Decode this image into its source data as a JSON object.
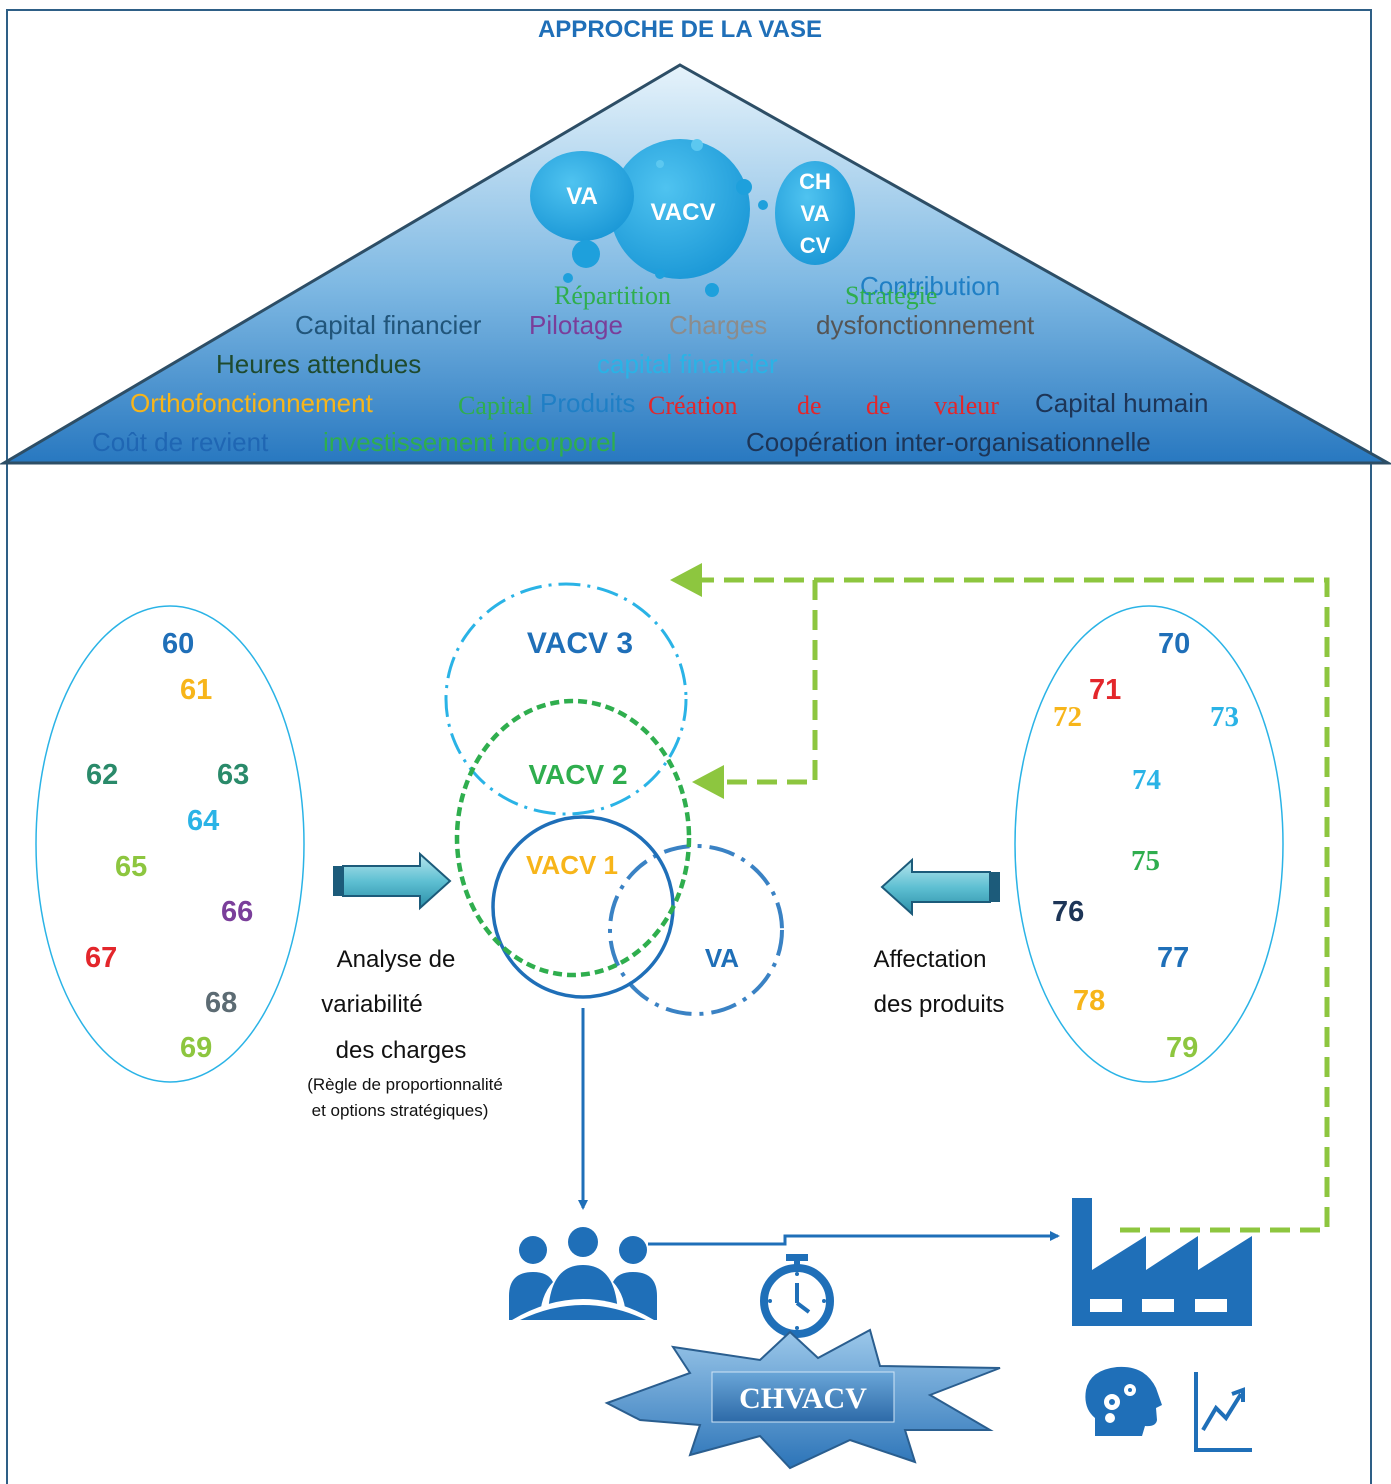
{
  "title": "APPROCHE DE LA VASE",
  "bubbles": {
    "va": "VA",
    "vacv": "VACV",
    "ch_lines": [
      "CH",
      "VA",
      "CV"
    ]
  },
  "word_cloud": [
    {
      "text": "Contribution",
      "color": "#1f7fc5"
    },
    {
      "text": "Répartition",
      "color": "#2fae4e"
    },
    {
      "text": "Stratégie",
      "color": "#2fae4e"
    },
    {
      "text": "Capital financier",
      "color": "#21557a"
    },
    {
      "text": "Pilotage",
      "color": "#7a3e9a"
    },
    {
      "text": "Charges",
      "color": "#8c8c8c"
    },
    {
      "text": "dysfonctionnement",
      "color": "#555555"
    },
    {
      "text": "Heures attendues",
      "color": "#1e4a2e"
    },
    {
      "text": "capital financier",
      "color": "#2ab3e6"
    },
    {
      "text": "Orthofonctionnement",
      "color": "#f7b51a"
    },
    {
      "text": "Capital",
      "color": "#2fae4e"
    },
    {
      "text": "Produits",
      "color": "#1f7fc5"
    },
    {
      "text": "Création",
      "color": "#e3262b"
    },
    {
      "text": "de",
      "color": "#e3262b"
    },
    {
      "text": "de",
      "color": "#e3262b"
    },
    {
      "text": "valeur",
      "color": "#e3262b"
    },
    {
      "text": "Capital humain",
      "color": "#1d3557"
    },
    {
      "text": "Coût de revient",
      "color": "#1f66b3"
    },
    {
      "text": "investissement incorporel",
      "color": "#2fae4e"
    },
    {
      "text": "Coopération inter-organisationnelle",
      "color": "#1d3557"
    }
  ],
  "left_accounts": [
    {
      "text": "60",
      "color": "#1f6fb8"
    },
    {
      "text": "61",
      "color": "#f7b51a"
    },
    {
      "text": "62",
      "color": "#2a8a6a"
    },
    {
      "text": "63",
      "color": "#2a8a6a"
    },
    {
      "text": "64",
      "color": "#2ab3e6"
    },
    {
      "text": "65",
      "color": "#8dc63f"
    },
    {
      "text": "66",
      "color": "#7a3e9a"
    },
    {
      "text": "67",
      "color": "#e3262b"
    },
    {
      "text": "68",
      "color": "#5c6b73"
    },
    {
      "text": "69",
      "color": "#8dc63f"
    }
  ],
  "right_accounts": [
    {
      "text": "70",
      "color": "#1f6fb8"
    },
    {
      "text": "71",
      "color": "#e3262b"
    },
    {
      "text": "72",
      "color": "#f7b51a"
    },
    {
      "text": "73",
      "color": "#2ab3e6"
    },
    {
      "text": "74",
      "color": "#2ab3e6"
    },
    {
      "text": "75",
      "color": "#2fae4e"
    },
    {
      "text": "76",
      "color": "#1d3557"
    },
    {
      "text": "77",
      "color": "#1f6fb8"
    },
    {
      "text": "78",
      "color": "#f7b51a"
    },
    {
      "text": "79",
      "color": "#8dc63f"
    }
  ],
  "circles": {
    "vacv3": "VACV 3",
    "vacv2": "VACV 2",
    "vacv1": "VACV 1",
    "va": "VA"
  },
  "left_caption": [
    "Analyse de",
    "variabilité",
    "des charges"
  ],
  "left_caption_small": [
    "(Règle de proportionnalité",
    "et options stratégiques)"
  ],
  "right_caption": [
    "Affectation",
    "des produits"
  ],
  "burst_label": "CHVACV",
  "colors": {
    "frame": "#2e5f86",
    "title": "#1f6fb8",
    "roof_top": "#d8ecf7",
    "roof_bottom": "#2878c0",
    "bubble": "#1ea0dc",
    "vacv3_ring": "#2ab3e6",
    "vacv2_ring": "#2fae4e",
    "vacv1_ring": "#1f6fb8",
    "va_ring": "#3a82c4",
    "dashed_arrow": "#8dc63f",
    "icon": "#1f6fb8",
    "burst": "#3a86c8"
  },
  "icons": [
    "meeting-group-icon",
    "stopwatch-icon",
    "factory-icon",
    "head-gears-icon",
    "growth-chart-icon"
  ]
}
